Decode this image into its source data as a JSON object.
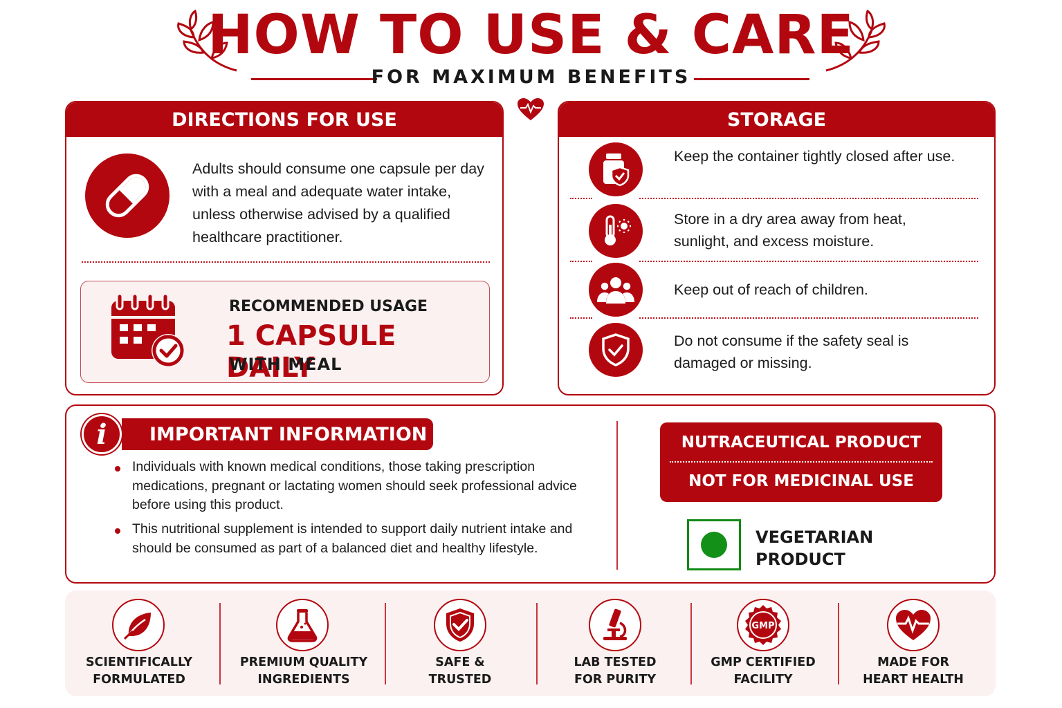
{
  "header": {
    "title": "HOW TO USE & CARE",
    "subtitle": "FOR MAXIMUM BENEFITS"
  },
  "directions": {
    "heading": "DIRECTIONS FOR USE",
    "text": "Adults should consume one capsule per day with a meal and adequate water intake, unless otherwise advised by a qualified healthcare practitioner.",
    "usage_label": "RECOMMENDED USAGE",
    "usage_main": "1 CAPSULE DAILY",
    "usage_sub": "WITH MEAL"
  },
  "storage": {
    "heading": "STORAGE",
    "items": [
      {
        "icon": "container-shield-icon",
        "text": "Keep the container tightly closed after use."
      },
      {
        "icon": "thermometer-sun-icon",
        "text": "Store in a dry area away from heat, sunlight, and excess moisture."
      },
      {
        "icon": "people-icon",
        "text": "Keep out of reach of children."
      },
      {
        "icon": "shield-check-icon",
        "text": "Do not consume if the safety seal is damaged or missing."
      }
    ]
  },
  "important": {
    "heading": "IMPORTANT INFORMATION",
    "bullets": [
      "Individuals with known medical conditions, those taking prescription medications, pregnant or lactating women should seek professional advice before using this product.",
      "This nutritional supplement is intended to support daily nutrient intake and should be consumed as part of a balanced diet and healthy lifestyle."
    ],
    "nutra_line1": "NUTRACEUTICAL PRODUCT",
    "nutra_line2": "NOT FOR MEDICINAL USE",
    "veg_line1": "VEGETARIAN",
    "veg_line2": "PRODUCT"
  },
  "features": [
    {
      "icon": "leaf-icon",
      "line1": "SCIENTIFICALLY",
      "line2": "FORMULATED"
    },
    {
      "icon": "flask-icon",
      "line1": "PREMIUM QUALITY",
      "line2": "INGREDIENTS"
    },
    {
      "icon": "shield-check-icon",
      "line1": "SAFE &",
      "line2": "TRUSTED"
    },
    {
      "icon": "microscope-icon",
      "line1": "LAB TESTED",
      "line2": "FOR PURITY"
    },
    {
      "icon": "gmp-seal-icon",
      "gmp_text": "GMP",
      "line1": "GMP CERTIFIED",
      "line2": "FACILITY"
    },
    {
      "icon": "heart-pulse-icon",
      "line1": "MADE FOR",
      "line2": "HEART HEALTH"
    }
  ],
  "colors": {
    "brand_red": "#b3070f",
    "veg_green": "#139018",
    "feature_bg": "#fbf1f1"
  }
}
